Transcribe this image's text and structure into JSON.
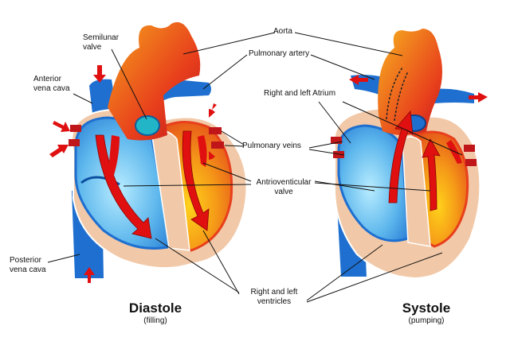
{
  "labels": {
    "aorta": "Aorta",
    "pulmonary_artery": "Pulmonary artery",
    "semilunar_valve_1": "Semilunar",
    "semilunar_valve_2": "valve",
    "anterior_vena_cava_1": "Anterior",
    "anterior_vena_cava_2": "vena cava",
    "right_left_atrium": "Right and left Atrium",
    "pulmonary_veins": "Pulmonary veins",
    "av_valve_1": "Antrioventicular",
    "av_valve_2": "valve",
    "posterior_vena_cava_1": "Posterior",
    "posterior_vena_cava_2": "vena cava",
    "ventricles_1": "Right and left",
    "ventricles_2": "ventricles"
  },
  "panels": {
    "diastole": {
      "title": "Diastole",
      "subtitle": "(filling)"
    },
    "systole": {
      "title": "Systole",
      "subtitle": "(pumping)"
    }
  },
  "colors": {
    "deoxygenated_blue": "#1e6fd0",
    "light_blue": "#6cc4f0",
    "oxygenated_red": "#e8401c",
    "orange": "#f08a1a",
    "arrow_red": "#e01010",
    "tissue": "#f2c9a8"
  }
}
